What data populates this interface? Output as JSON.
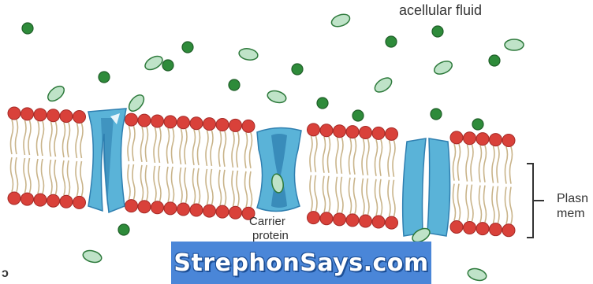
{
  "labels": {
    "top_right": "acellular fluid",
    "carrier_line1": "Carrier",
    "carrier_line2": "protein",
    "membrane_line1": "Plasn",
    "membrane_line2": "mem"
  },
  "watermark": {
    "text": "StrephonSays.com"
  },
  "colors": {
    "phospholipid_head": "#d9413a",
    "phospholipid_tail": "#c9b48a",
    "protein": "#5ab3d8",
    "protein_dark": "#2f7fb0",
    "solute_dark": "#2e8b3a",
    "solute_light": "#bfe3c8",
    "watermark_bg": "#4a86d8"
  }
}
